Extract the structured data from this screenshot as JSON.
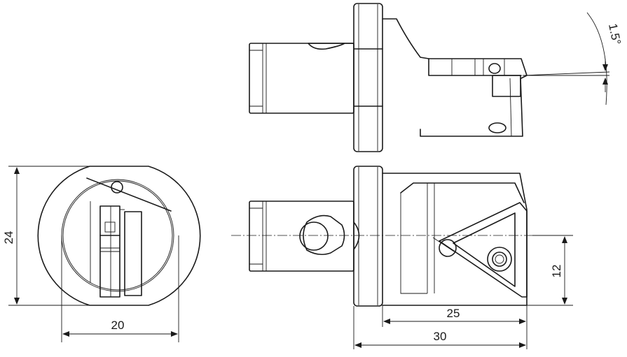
{
  "dimensions": {
    "front_height": "24",
    "front_width": "20",
    "insert_offset": "12",
    "length_inner": "25",
    "length_total": "30",
    "angle": "1.5°"
  },
  "colors": {
    "line": "#1a1a1a",
    "background": "#ffffff"
  }
}
